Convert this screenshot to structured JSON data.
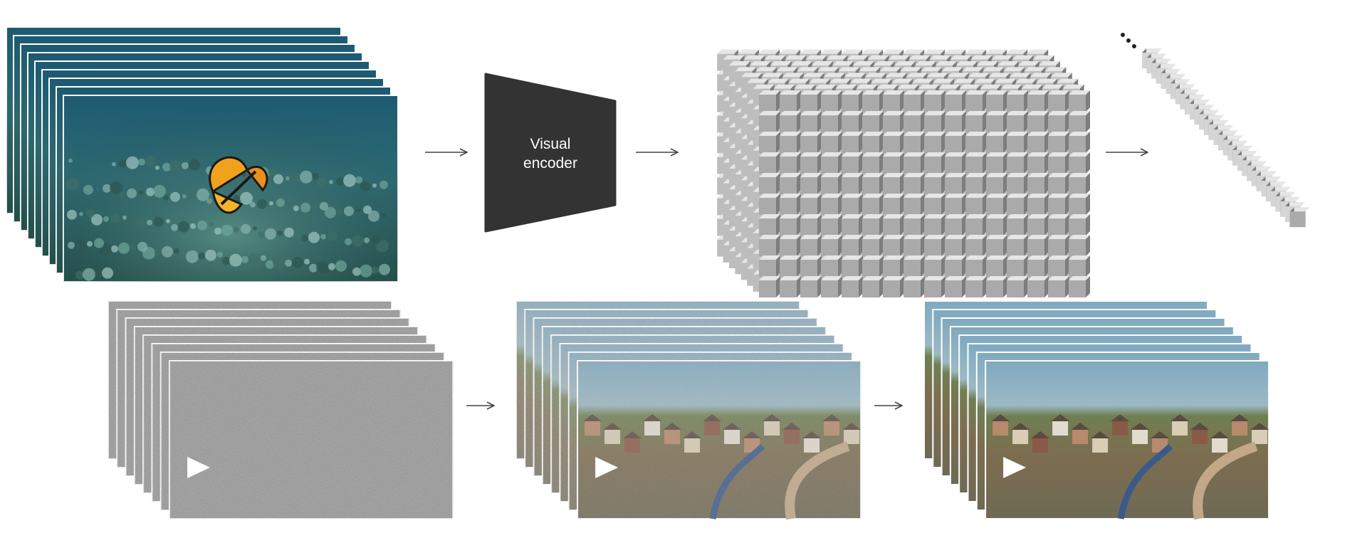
{
  "encoder": {
    "line1": "Visual",
    "line2": "encoder"
  },
  "pipeline": {
    "input_frames": 9,
    "latent_grid": {
      "columns": 16,
      "rows": 10,
      "depth": 8
    },
    "patch_sequence_icon": "ellipsis-icon",
    "noisy_stack_frames": 8,
    "partial_stack_frames": 8,
    "clean_stack_frames": 8,
    "play_icon": "play-icon"
  },
  "colors": {
    "encoder_fill": "#333333",
    "cube_front": "#aaaaaa",
    "cube_top": "#e6e6e6",
    "cube_side": "#7d7d7d",
    "arrow": "#444444"
  }
}
